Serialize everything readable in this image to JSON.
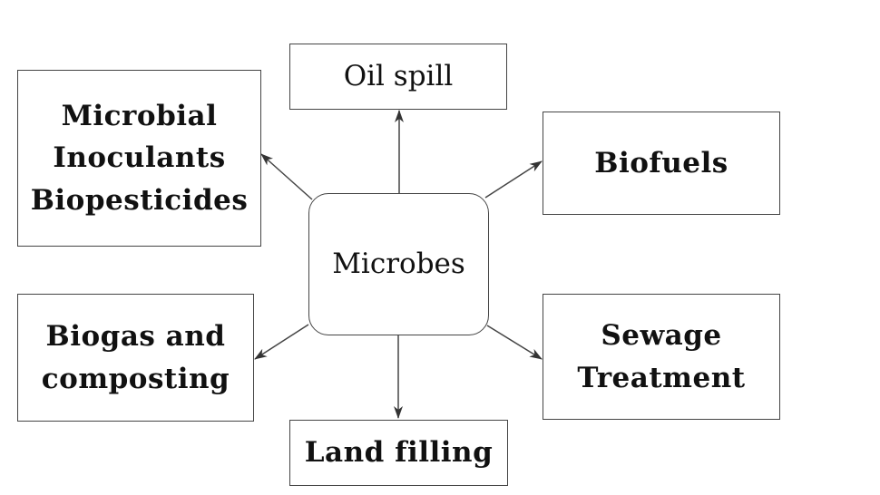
{
  "diagram": {
    "center": {
      "label": "Microbes"
    },
    "nodes": [
      {
        "id": "oil-spill",
        "lines": [
          "Oil spill"
        ]
      },
      {
        "id": "microbial-inoculants",
        "lines": [
          "Microbial",
          "Inoculants",
          "Biopesticides"
        ]
      },
      {
        "id": "biofuels",
        "lines": [
          "Biofuels"
        ]
      },
      {
        "id": "biogas",
        "lines": [
          "Biogas and",
          "composting"
        ]
      },
      {
        "id": "sewage",
        "lines": [
          "Sewage",
          "Treatment"
        ]
      },
      {
        "id": "land-filling",
        "lines": [
          "Land filling"
        ]
      }
    ],
    "edges": [
      {
        "from": "Microbes",
        "to": "Oil spill"
      },
      {
        "from": "Microbes",
        "to": "Microbial Inoculants Biopesticides"
      },
      {
        "from": "Microbes",
        "to": "Biofuels"
      },
      {
        "from": "Microbes",
        "to": "Biogas and composting"
      },
      {
        "from": "Microbes",
        "to": "Sewage Treatment"
      },
      {
        "from": "Microbes",
        "to": "Land filling"
      }
    ],
    "colors": {
      "stroke": "#444444",
      "text": "#111111"
    }
  }
}
